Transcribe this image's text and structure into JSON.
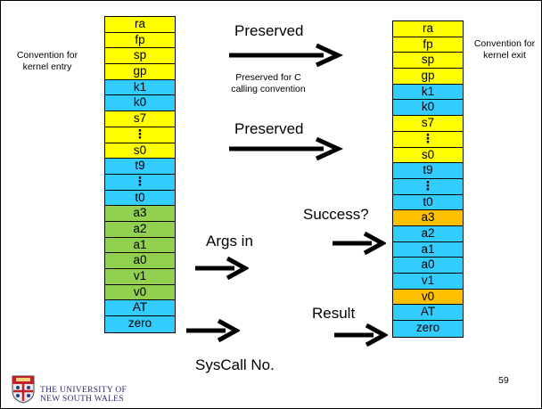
{
  "colors": {
    "yellow": "#ffff00",
    "blue": "#33ccff",
    "green": "#92d050",
    "orange": "#ffc000"
  },
  "left_stack": [
    {
      "label": "ra",
      "color": "yellow"
    },
    {
      "label": "fp",
      "color": "yellow"
    },
    {
      "label": "sp",
      "color": "yellow"
    },
    {
      "label": "gp",
      "color": "yellow"
    },
    {
      "label": "k1",
      "color": "blue"
    },
    {
      "label": "k0",
      "color": "blue"
    },
    {
      "label": "s7",
      "color": "yellow"
    },
    {
      "label": "⋮",
      "color": "yellow"
    },
    {
      "label": "s0",
      "color": "yellow"
    },
    {
      "label": "t9",
      "color": "blue"
    },
    {
      "label": "⋮",
      "color": "blue"
    },
    {
      "label": "t0",
      "color": "blue"
    },
    {
      "label": "a3",
      "color": "green"
    },
    {
      "label": "a2",
      "color": "green"
    },
    {
      "label": "a1",
      "color": "green"
    },
    {
      "label": "a0",
      "color": "green"
    },
    {
      "label": "v1",
      "color": "green"
    },
    {
      "label": "v0",
      "color": "green"
    },
    {
      "label": "AT",
      "color": "blue"
    },
    {
      "label": "zero",
      "color": "blue"
    }
  ],
  "right_stack": [
    {
      "label": "ra",
      "color": "yellow"
    },
    {
      "label": "fp",
      "color": "yellow"
    },
    {
      "label": "sp",
      "color": "yellow"
    },
    {
      "label": "gp",
      "color": "yellow"
    },
    {
      "label": "k1",
      "color": "blue"
    },
    {
      "label": "k0",
      "color": "blue"
    },
    {
      "label": "s7",
      "color": "yellow"
    },
    {
      "label": "⋮",
      "color": "yellow"
    },
    {
      "label": "s0",
      "color": "yellow"
    },
    {
      "label": "t9",
      "color": "blue"
    },
    {
      "label": "⋮",
      "color": "blue"
    },
    {
      "label": "t0",
      "color": "blue"
    },
    {
      "label": "a3",
      "color": "orange"
    },
    {
      "label": "a2",
      "color": "blue"
    },
    {
      "label": "a1",
      "color": "blue"
    },
    {
      "label": "a0",
      "color": "blue"
    },
    {
      "label": "v1",
      "color": "blue"
    },
    {
      "label": "v0",
      "color": "orange"
    },
    {
      "label": "AT",
      "color": "blue"
    },
    {
      "label": "zero",
      "color": "blue"
    }
  ],
  "labels": {
    "entry_convention": "Convention for kernel entry",
    "exit_convention": "Convention for kernel exit",
    "preserved_top": "Preserved",
    "preserved_for_c": "Preserved for C calling convention",
    "preserved_mid": "Preserved",
    "success": "Success?",
    "args_in": "Args in",
    "result": "Result",
    "syscall_no": "SysCall No."
  },
  "footer": {
    "university_line1": "THE UNIVERSITY OF",
    "university_line2": "NEW SOUTH WALES",
    "page_number": "59"
  }
}
